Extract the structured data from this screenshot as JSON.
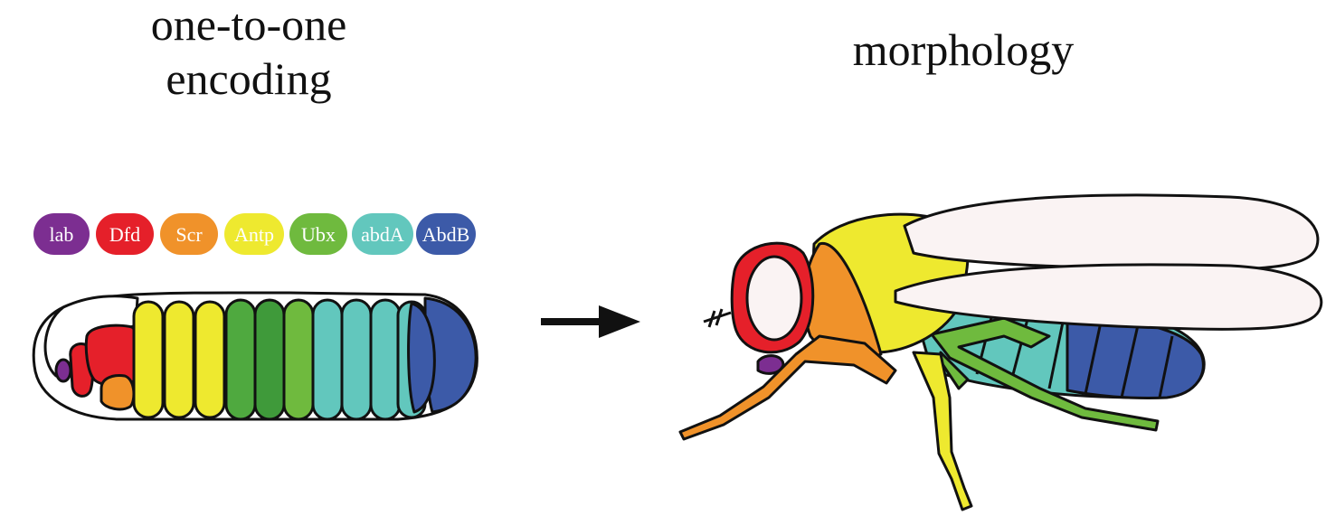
{
  "left_heading": {
    "line1": "one-to-one",
    "line2": "encoding"
  },
  "right_heading": "morphology",
  "genes": [
    {
      "name": "lab",
      "color": "#7c2e91"
    },
    {
      "name": "Dfd",
      "color": "#e5202a"
    },
    {
      "name": "Scr",
      "color": "#f0922a"
    },
    {
      "name": "Antp",
      "color": "#eee92f"
    },
    {
      "name": "Ubx",
      "color": "#6fba3e"
    },
    {
      "name": "abdA",
      "color": "#62c7bd"
    },
    {
      "name": "AbdB",
      "color": "#3c5aa8"
    }
  ],
  "colors": {
    "outline": "#111111",
    "wing_fill": "#faf3f3",
    "segment_dark_green": "#3f9a3a",
    "segment_light_green": "#4fa93f"
  }
}
